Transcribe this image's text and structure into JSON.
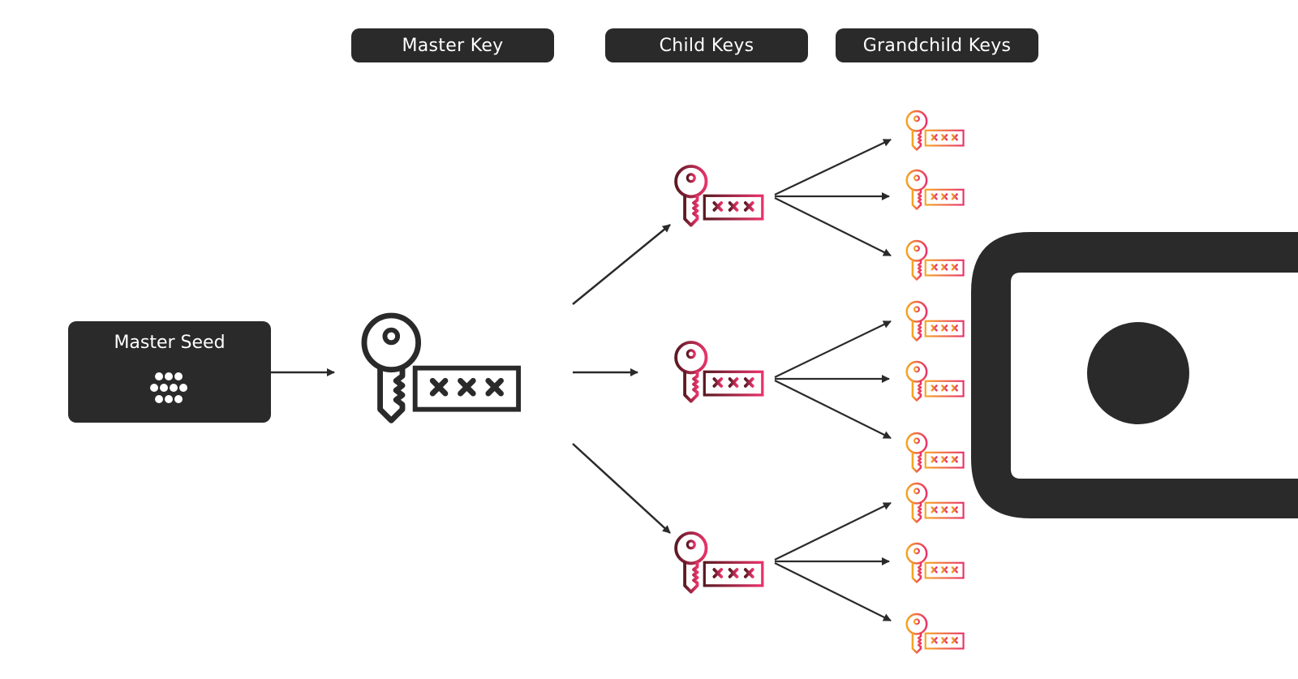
{
  "headers": {
    "master_key": "Master Key",
    "child_keys": "Child Keys",
    "grandchild_keys": "Grandchild Keys"
  },
  "master_seed": {
    "label": "Master Seed"
  },
  "icons": {
    "master_key": "key-with-password-icon",
    "child_key": "key-with-password-icon",
    "grandchild_key": "key-with-password-icon",
    "wallet": "wallet-icon",
    "seed": "dots-cluster-icon"
  },
  "colors": {
    "dark": "#2a2a2a",
    "child_gradient_start": "#5a1a22",
    "child_gradient_end": "#e8336a",
    "grandchild_gradient_start": "#f5a623",
    "grandchild_gradient_end": "#e8336a"
  }
}
